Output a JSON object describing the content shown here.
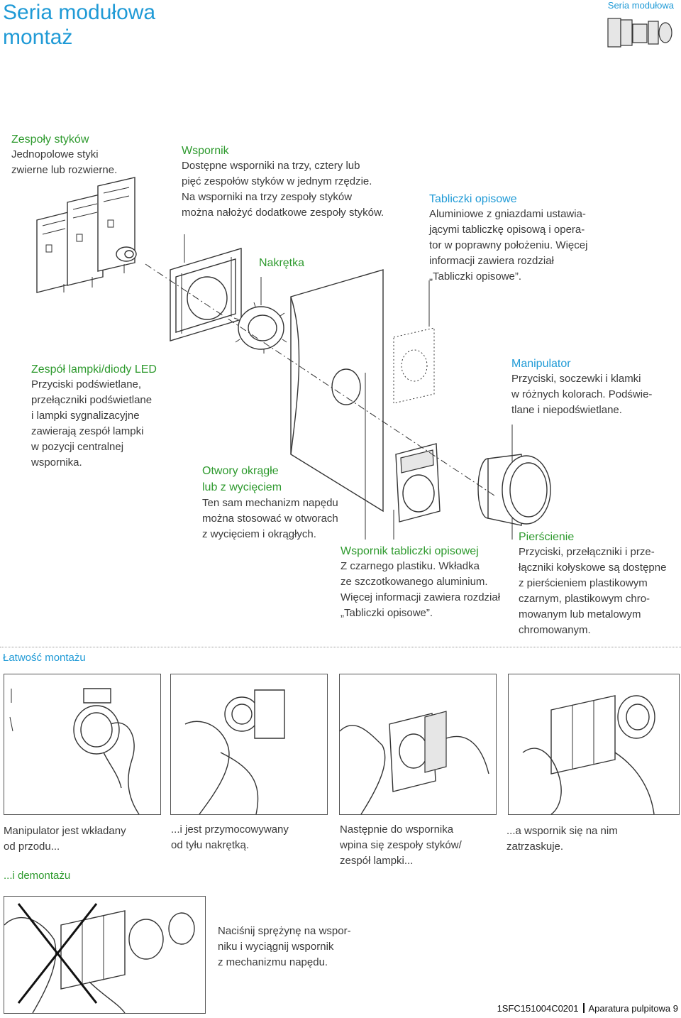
{
  "header": {
    "title_line1": "Seria modułowa",
    "title_line2": "montaż",
    "corner_label": "Seria modułowa",
    "corner_icon": "module-thumbnail-icon"
  },
  "callouts": {
    "zespoly_stykow": {
      "heading": "Zespoły styków",
      "text": "Jednopolowe styki\nzwierne lub rozwierne."
    },
    "wspornik": {
      "heading": "Wspornik",
      "text": "Dostępne wsporniki na trzy, cztery lub\npięć zespołów styków w jednym rzędzie.\nNa wsporniki na trzy zespoły styków\nmożna nałożyć dodatkowe zespoły styków."
    },
    "nakretka": {
      "heading": "Nakrętka"
    },
    "tabliczki": {
      "heading": "Tabliczki opisowe",
      "text": "Aluminiowe z gniazdami ustawia-\njącymi tabliczkę opisową i opera-\ntor w poprawny położeniu. Więcej\ninformacji zawiera rozdział\n„Tabliczki opisowe”."
    },
    "zespol_lampki": {
      "heading": "Zespół lampki/diody LED",
      "text": "Przyciski podświetlane,\nprzełączniki podświetlane\ni lampki sygnalizacyjne\nzawierają zespół lampki\nw pozycji centralnej\nwspornika."
    },
    "manipulator": {
      "heading": "Manipulator",
      "text": "Przyciski, soczewki i klamki\nw różnych kolorach. Podświe-\ntlane i niepodświetlane."
    },
    "otwory": {
      "heading": "Otwory okrągłe\nlub z wycięciem",
      "text": "Ten sam mechanizm napędu\nmożna stosować w otworach\nz wycięciem i okrągłych."
    },
    "wspornik_tabliczki": {
      "heading": "Wspornik tabliczki opisowej",
      "text": "Z czarnego plastiku. Wkładka\nze szczotkowanego aluminium.\nWięcej informacji zawiera rozdział\n„Tabliczki opisowe”."
    },
    "pierscienie": {
      "heading": "Pierścienie",
      "text": "Przyciski, przełączniki i prze-\nłączniki kołyskowe są dostępne\nz pierścieniem plastikowym\nczarnym, plastikowym chro-\nmowanym lub metalowym\nchromowanym."
    }
  },
  "section": {
    "heading": "Łatwość montażu"
  },
  "steps": [
    {
      "caption": "Manipulator jest wkładany\nod przodu..."
    },
    {
      "caption": "...i jest przymocowywany\nod tyłu nakrętką."
    },
    {
      "caption": "Następnie do wspornika\nwpina się zespoły styków/\nzespół lampki..."
    },
    {
      "caption": "...a wspornik się na nim\nzatrzaskuje."
    }
  ],
  "demontaz": {
    "heading": "...i demontażu",
    "caption": "Naciśnij sprężynę na wspor-\nniku i wyciągnij wspornik\nz mechanizmu napędu."
  },
  "footer": {
    "code": "1SFC151004C0201",
    "label": "Aparatura pulpitowa",
    "page": "9"
  },
  "colors": {
    "accent_blue": "#1f9ad6",
    "accent_green": "#2e9a2e",
    "text": "#3a3a3a"
  }
}
